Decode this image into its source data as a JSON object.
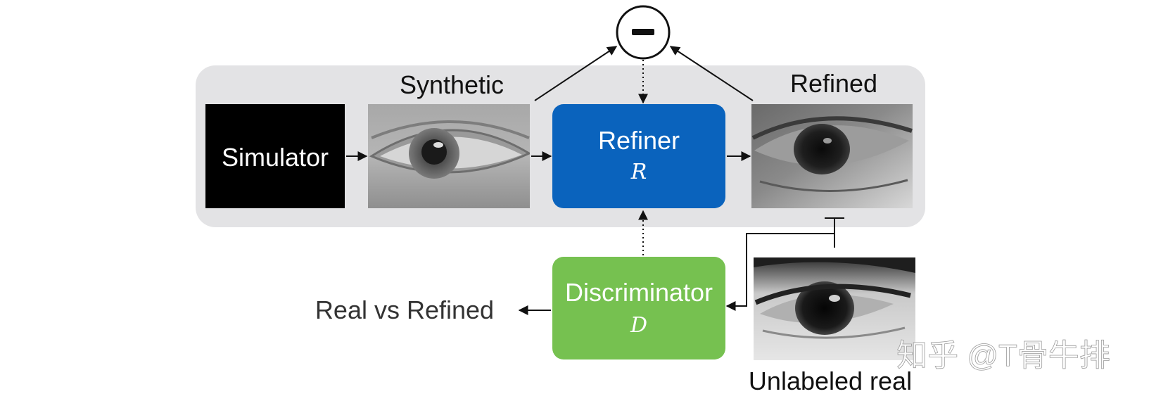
{
  "diagram": {
    "simulator": "Simulator",
    "synthetic_label": "Synthetic",
    "refined_label": "Refined",
    "refiner_title": "Refiner",
    "refiner_symbol": "R",
    "discriminator_title": "Discriminator",
    "discriminator_symbol": "D",
    "minus_symbol": "−",
    "output_label": "Real vs Refined",
    "unlabeled_label": "Unlabeled real",
    "watermark": "知乎 @T骨牛排"
  },
  "colors": {
    "panel": "#e3e3e5",
    "refiner": "#0a63bd",
    "discriminator": "#76c150",
    "simulator": "#000000",
    "arrow": "#111111"
  }
}
